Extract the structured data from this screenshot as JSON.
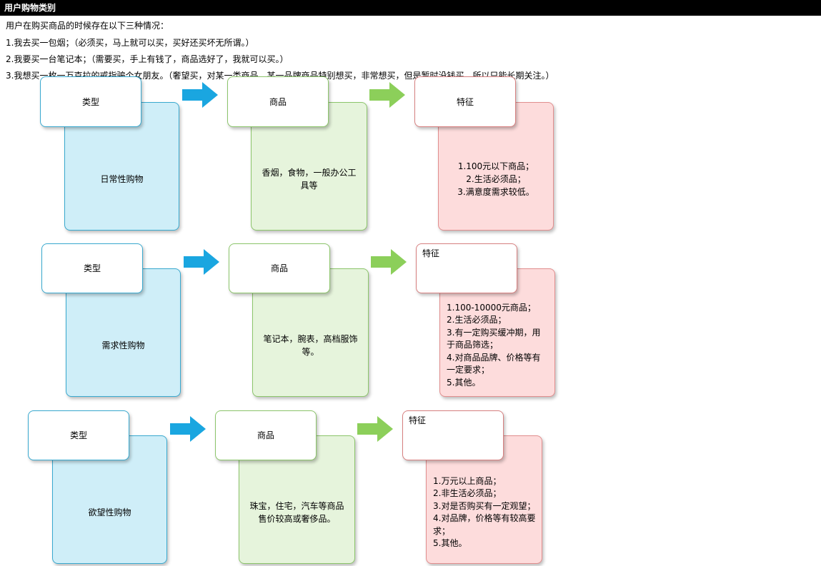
{
  "page": {
    "title": "用户购物类别",
    "intro": [
      "用户在购买商品的时候存在以下三种情况：",
      "1.我去买一包烟；（必须买，马上就可以买，买好还买坏无所谓。）",
      "2.我要买一台笔记本；（需要买，手上有钱了，商品选好了，我就可以买。）",
      "3.我想买一枚一万克拉的戒指骗个女朋友。（奢望买，对某一类商品，某一品牌商品特别想买，非常想买，但是暂时没钱买，所以只能长期关注。）"
    ]
  },
  "rows": [
    {
      "type_label": "类型",
      "type_value": "日常性购物",
      "goods_label": "商品",
      "goods_value": "香烟，食物，一般办公工具等",
      "feature_label": "特征",
      "feature_text": "1.100元以下商品；\n2.生活必须品；\n3.满意度需求较低。"
    },
    {
      "type_label": "类型",
      "type_value": "需求性购物",
      "goods_label": "商品",
      "goods_value": "笔记本，腕表，高档服饰等。",
      "feature_label": "特征",
      "feature_text": "1.100-10000元商品；\n2.生活必须品；\n3.有一定购买缓冲期，用于商品筛选；\n4.对商品品牌、价格等有一定要求；\n5.其他。"
    },
    {
      "type_label": "类型",
      "type_value": "欲望性购物",
      "goods_label": "商品",
      "goods_value": "珠宝，住宅，汽车等商品售价较高或奢侈品。",
      "feature_label": "特征",
      "feature_text": "1.万元以上商品；\n2.非生活必须品；\n3.对是否购买有一定观望；\n4.对品牌，价格等有较高要求；\n5.其他。"
    }
  ],
  "colors": {
    "blue_arrow": "#1aa6e0",
    "green_arrow": "#8ccf5a",
    "type_border": "#39a9cf",
    "goods_border": "#8cc56b",
    "feature_border": "#d78080"
  }
}
